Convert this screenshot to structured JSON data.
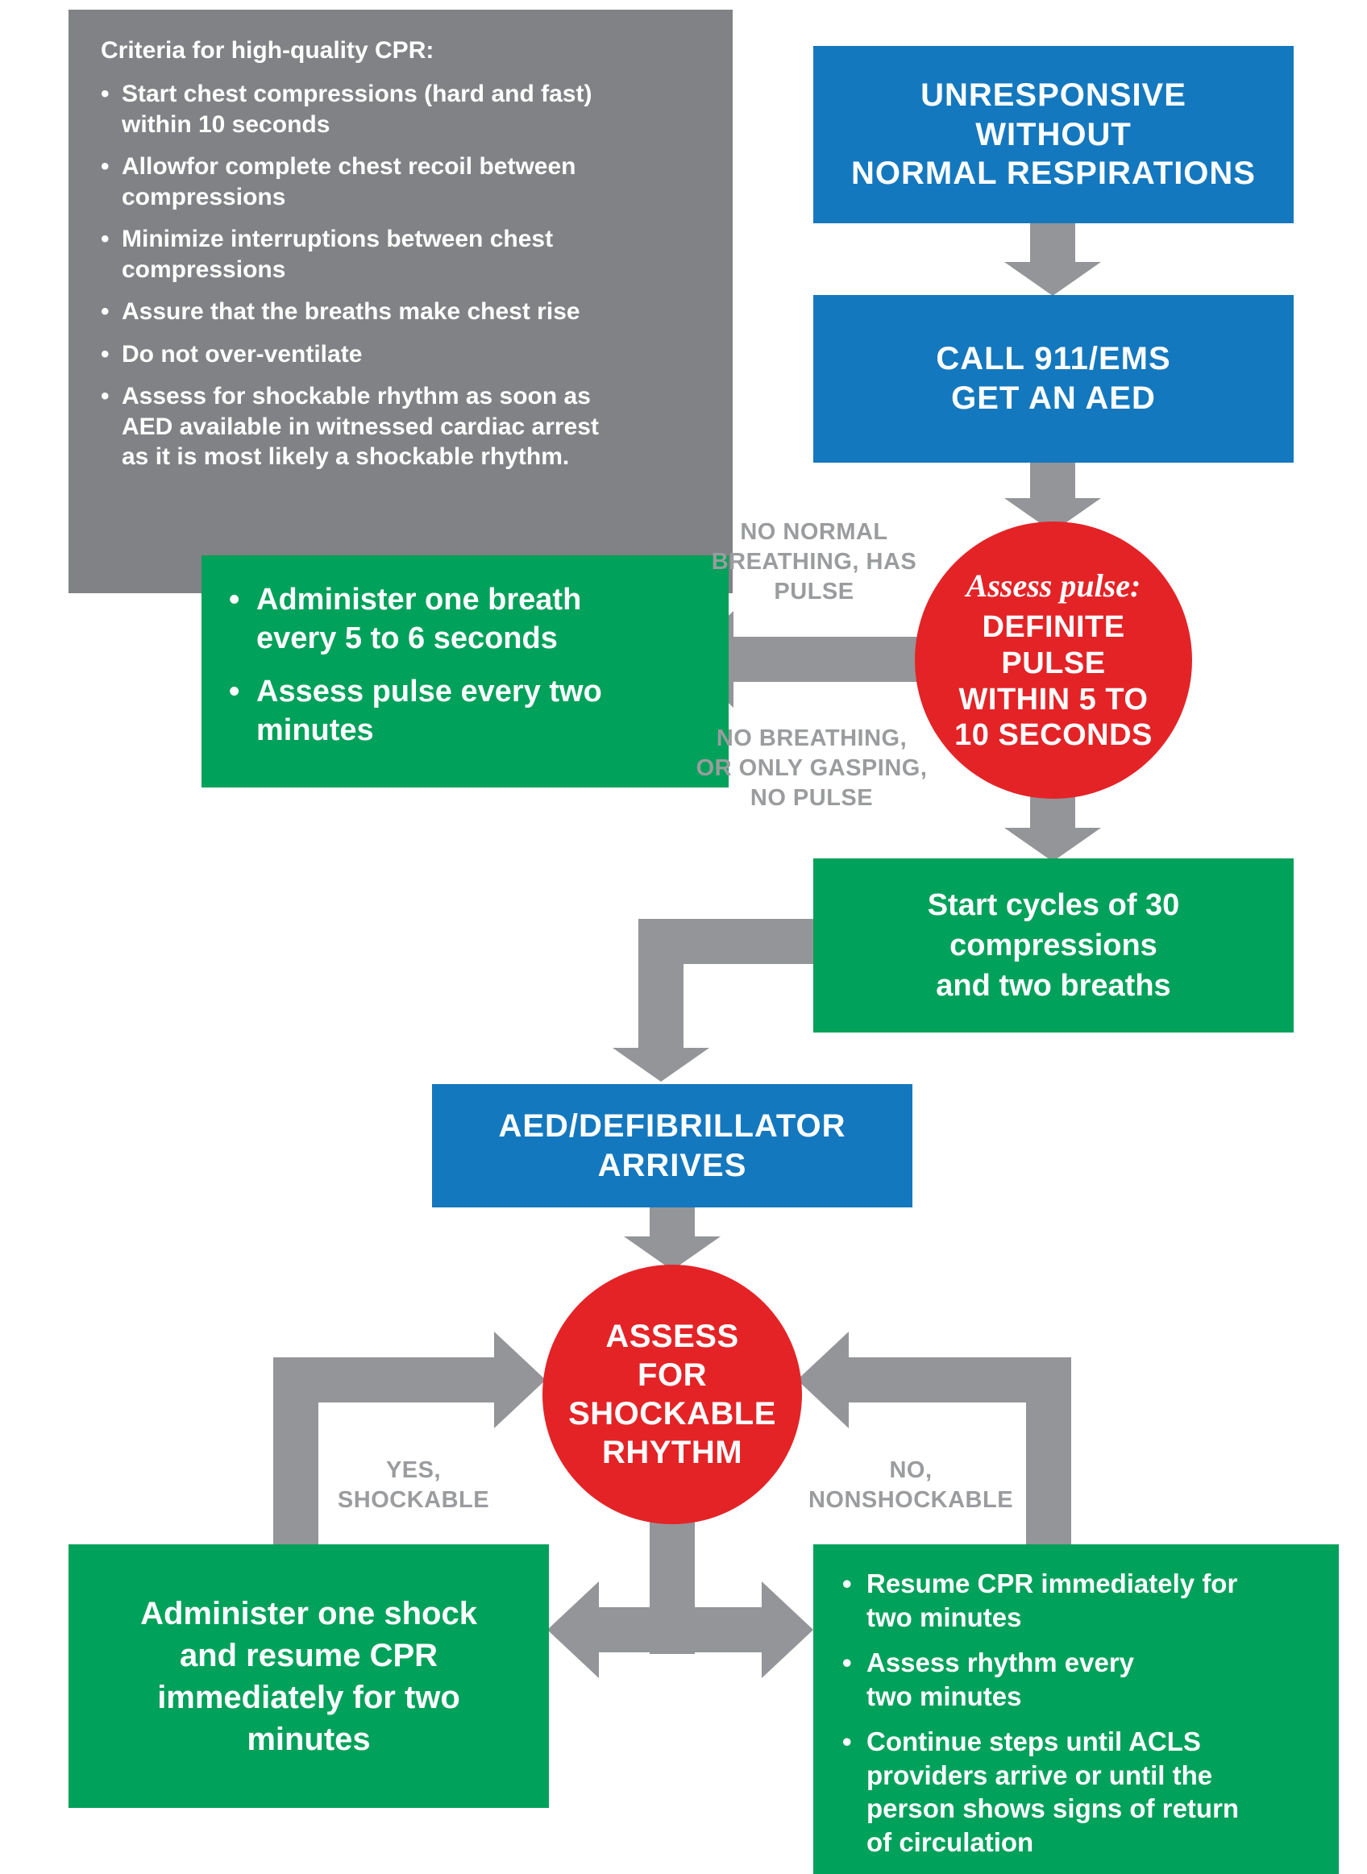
{
  "colors": {
    "blue": "#1478be",
    "green": "#00a15a",
    "red": "#e42327",
    "gray-box": "#808285",
    "arrow": "#939598",
    "label": "#9a9c9e"
  },
  "criteria": {
    "title": "Criteria for high-quality CPR:",
    "items": [
      "Start chest compressions (hard and fast)\nwithin 10 seconds",
      "Allowfor complete chest recoil between\ncompressions",
      "Minimize interruptions between chest\ncompressions",
      "Assure that the breaths make chest rise",
      "Do not over-ventilate",
      "Assess for shockable rhythm as soon as\nAED available in witnessed cardiac arrest\nas it is most likely a shockable rhythm."
    ]
  },
  "nodes": {
    "unresponsive": "UNRESPONSIVE\nWITHOUT\nNORMAL RESPIRATIONS",
    "call_ems": "CALL 911/EMS\nGET AN AED",
    "assess_pulse_prefix": "Assess pulse:",
    "assess_pulse_body": "DEFINITE\nPULSE\nWITHIN 5 TO\n10 SECONDS",
    "rescue_breathing_items": [
      "Administer one breath\nevery 5 to 6 seconds",
      "Assess pulse every two\nminutes"
    ],
    "start_cycles": "Start cycles of 30\ncompressions\nand two breaths",
    "aed_arrives": "AED/DEFIBRILLATOR\nARRIVES",
    "assess_rhythm": "ASSESS\nFOR\nSHOCKABLE\nRHYTHM",
    "administer_shock": "Administer one shock\nand resume CPR\nimmediately for two\nminutes",
    "nonshockable_items": [
      "Resume CPR immediately for\ntwo minutes",
      "Assess rhythm every\ntwo minutes",
      "Continue steps until ACLS\nproviders arrive or until the\nperson shows signs of return\nof circulation"
    ]
  },
  "edge_labels": {
    "no_normal_breathing": "NO NORMAL\nBREATHING, HAS\nPULSE",
    "no_breathing": "NO BREATHING,\nOR ONLY GASPING,\nNO PULSE",
    "yes_shockable": "YES,\nSHOCKABLE",
    "no_nonshockable": "NO,\nNONSHOCKABLE"
  }
}
